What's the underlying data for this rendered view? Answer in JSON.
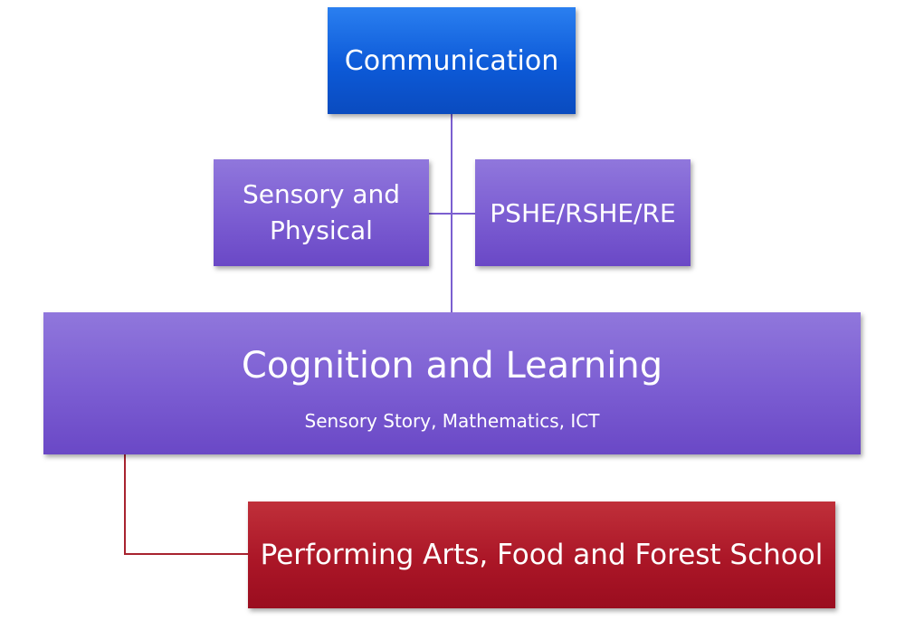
{
  "nodes": {
    "communication": {
      "label": "Communication"
    },
    "sensory": {
      "line1": "Sensory and",
      "line2": "Physical"
    },
    "pshe": {
      "label": "PSHE/RSHE/RE"
    },
    "cognition": {
      "title": "Cognition and Learning",
      "subtitle": "Sensory Story, Mathematics, ICT"
    },
    "performing": {
      "label": "Performing Arts, Food and Forest School"
    }
  },
  "colors": {
    "blue_box": "#0d5ad8",
    "purple_box": "#7d5fd3",
    "red_box": "#ab1627",
    "purple_connector": "#7b5fd0",
    "red_connector": "#a8232f"
  }
}
